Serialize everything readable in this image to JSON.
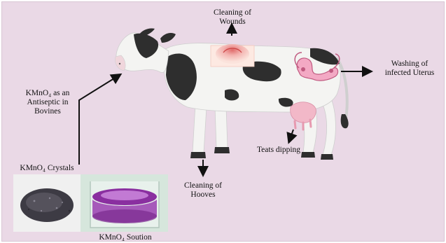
{
  "labels": {
    "wounds": [
      "Cleaning of",
      "Wounds"
    ],
    "uterus": [
      "Washing of",
      "infected Uterus"
    ],
    "antiseptic": [
      "KMnO₄ as an",
      "Antiseptic in",
      "Bovines"
    ],
    "teats": "Teats dipping",
    "hooves": [
      "Cleaning of",
      "Hooves"
    ],
    "crystals": "KMnO₄ Crystals",
    "solution": "KMnO₄ Soution"
  },
  "colors": {
    "background": "#ead9e6",
    "cow_white": "#f4f4f2",
    "cow_spots": "#2e2e2e",
    "udder": "#f2b8c8",
    "arrow": "#111111",
    "solution_purple": "#8a2fa0"
  },
  "icons": [
    "cow-illustration",
    "uterus-icon",
    "wound-patch-icon",
    "crystals-photo",
    "solution-photo"
  ]
}
